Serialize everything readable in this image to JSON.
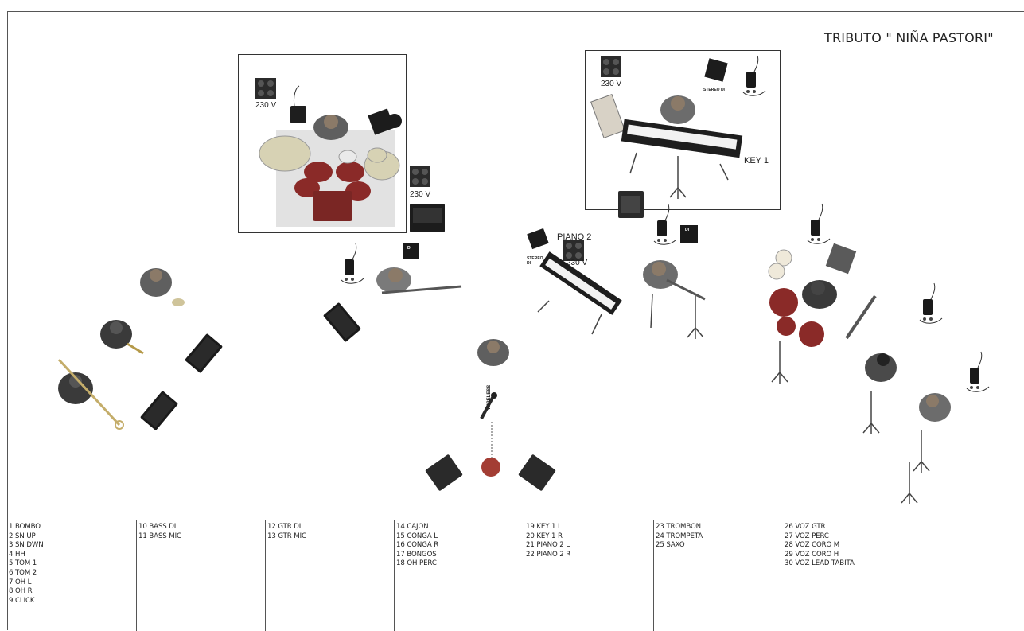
{
  "title": "TRIBUTO \" NIÑA PASTORI\"",
  "stage_labels": {
    "power_drums": "230 V",
    "power_bass": "230 V",
    "power_key1": "230 V",
    "power_piano2": "230 V",
    "piano2": "PIANO 2",
    "key1": "KEY 1",
    "stereo_di_key1": "STEREO DI",
    "stereo_di_piano2": "STEREO DI",
    "wireless": "WIRELESS",
    "di_bass": "DI",
    "di_gtr": "DI"
  },
  "input_list": {
    "col1": [
      "1 BOMBO",
      "2 SN UP",
      "3 SN DWN",
      "4 HH",
      "5 TOM 1",
      "6 TOM 2",
      "7 OH L",
      "8 OH R",
      "9 CLICK"
    ],
    "col2": [
      "10 BASS DI",
      "11 BASS MIC"
    ],
    "col3": [
      "12 GTR DI",
      "13 GTR MIC"
    ],
    "col4": [
      "14 CAJON",
      "15 CONGA L",
      "16 CONGA R",
      "17 BONGOS",
      "18 OH PERC"
    ],
    "col5": [
      "19 KEY 1 L",
      "20 KEY 1 R",
      "21 PIANO 2 L",
      "22 PIANO 2 R"
    ],
    "col6": [
      "23 TROMBON",
      "24 TROMPETA",
      "25 SAXO"
    ],
    "col7": [
      "26 VOZ GTR",
      "27 VOZ PERC",
      "28 VOZ CORO M",
      "29 VOZ CORO H",
      "30 VOZ LEAD TABITA"
    ]
  },
  "colors": {
    "drum_shell": "#8a2a28",
    "cymbal": "#d7d2b4",
    "equipment": "#1c1c1c",
    "person": "#6d6d6d",
    "rug": "#e2e2e2"
  }
}
